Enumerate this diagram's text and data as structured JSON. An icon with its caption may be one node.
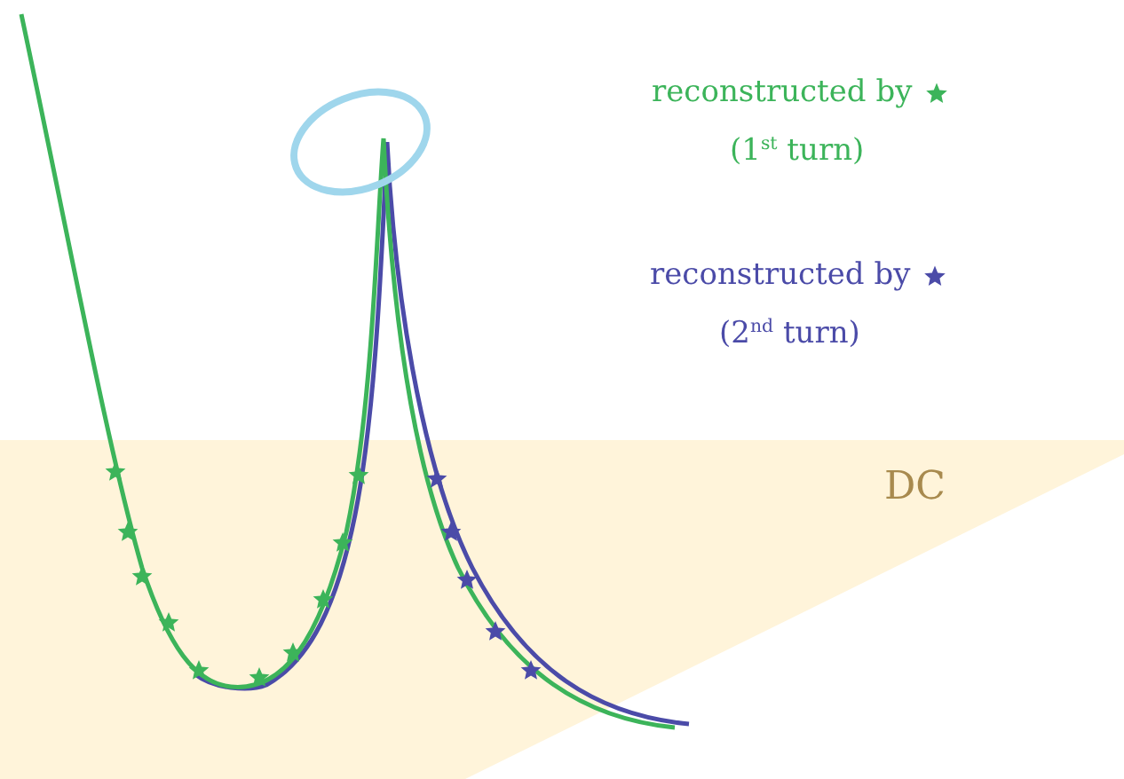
{
  "diagram": {
    "labels": [
      "reconstructed by",
      "(1$^{st}$ turn)",
      "reconstructed by",
      "(2$^{nd}$ turn)",
      "DC"
    ]
  }
}
